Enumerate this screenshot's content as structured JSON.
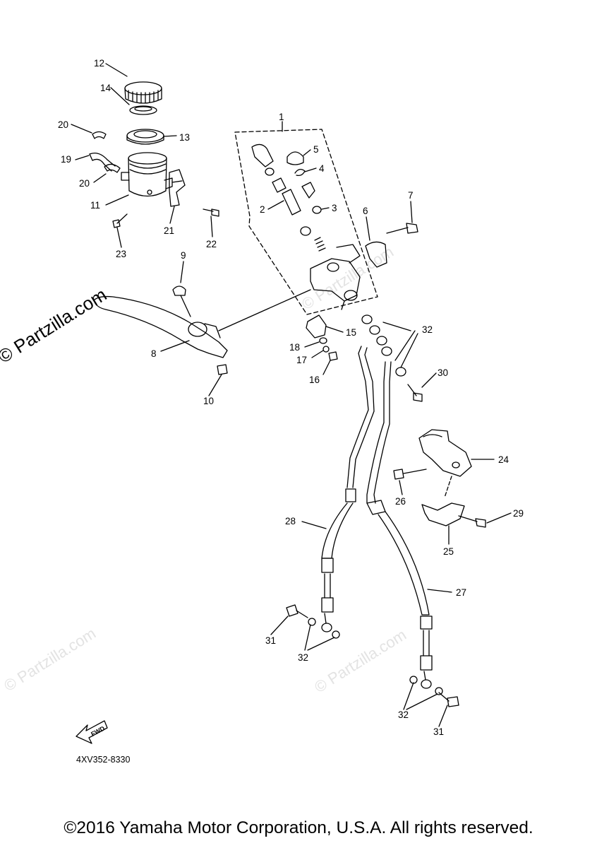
{
  "watermark_main": "© Partzilla.com",
  "watermark_faint": "© Partzilla.com",
  "diagram_code": "4XV352-8330",
  "fwd_label": "FWD",
  "copyright": "©2016 Yamaha Motor Corporation, U.S.A. All rights reserved.",
  "labels": {
    "n1": "1",
    "n2": "2",
    "n3": "3",
    "n4": "4",
    "n5": "5",
    "n6": "6",
    "n7": "7",
    "n8": "8",
    "n9": "9",
    "n10": "10",
    "n11": "11",
    "n12": "12",
    "n13": "13",
    "n14": "14",
    "n15": "15",
    "n16": "16",
    "n17": "17",
    "n18": "18",
    "n19": "19",
    "n20a": "20",
    "n20b": "20",
    "n21": "21",
    "n22": "22",
    "n23": "23",
    "n24": "24",
    "n25": "25",
    "n26": "26",
    "n27": "27",
    "n28": "28",
    "n29": "29",
    "n30": "30",
    "n31a": "31",
    "n31b": "31",
    "n32a": "32",
    "n32b": "32",
    "n32c": "32"
  }
}
